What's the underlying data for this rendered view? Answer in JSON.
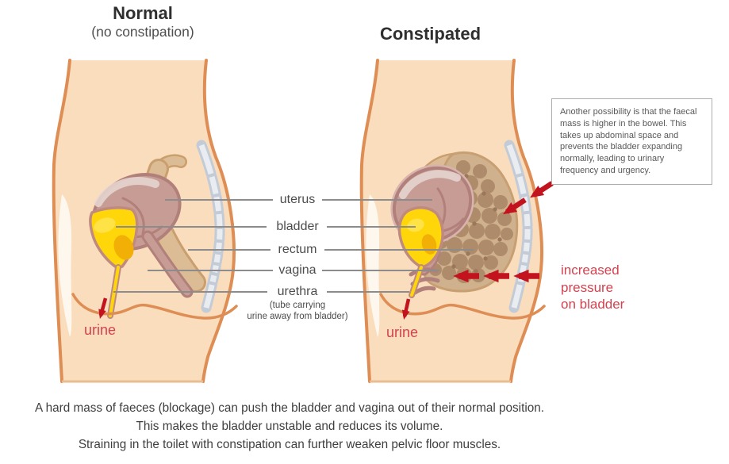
{
  "titles": {
    "normal": "Normal",
    "normal_sub": "(no constipation)",
    "constipated": "Constipated"
  },
  "anatomy_labels": {
    "uterus": "uterus",
    "bladder": "bladder",
    "rectum": "rectum",
    "vagina": "vagina",
    "urethra": "urethra",
    "urethra_note_line1": "(tube carrying",
    "urethra_note_line2": "urine away from bladder)"
  },
  "urine_label": "urine",
  "side_note": "Another possibility is that the faecal mass is higher in the bowel. This takes up abdominal space and prevents the bladder expanding normally, leading to urinary frequency and urgency.",
  "pressure_note": {
    "line1": "increased",
    "line2": "pressure",
    "line3": "on bladder"
  },
  "footer": {
    "line1": "A hard mass of faeces (blockage) can push the bladder and vagina out of their normal position.",
    "line2": "This makes the bladder unstable and reduces its volume.",
    "line3": "Straining in the toilet with constipation can further weaken pelvic floor muscles."
  },
  "colors": {
    "skin": "#FADDBD",
    "skin_outline": "#DE8E55",
    "skin_bottom": "#E8BD93",
    "uterus": "#C79C95",
    "uterus_outline": "#B2807B",
    "uterus_highlight": "#E7D8D3",
    "bladder": "#FFD60A",
    "bladder_shade": "#F2AF06",
    "bladder_outline": "#BF8A80",
    "rectum": "#DCBC94",
    "rectum_outline": "#CA9F6F",
    "faecal_base": "#D0B18E",
    "faecal_lump": "#AC8A69",
    "faecal_dot": "#9B785B",
    "faecal_outline": "#C79F72",
    "spine": "#C3CBD6",
    "spine_light": "#E9EDF2",
    "leader_line": "#8C8C8C",
    "label_text": "#4D4D4D",
    "title_text": "#2F2F2F",
    "subtitle_text": "#4F4F4F",
    "note_text": "#595959",
    "note_border": "#ADADAD",
    "red_arrow": "#C2131F",
    "red_text": "#D4424F",
    "footer_text": "#3E3E3E"
  }
}
